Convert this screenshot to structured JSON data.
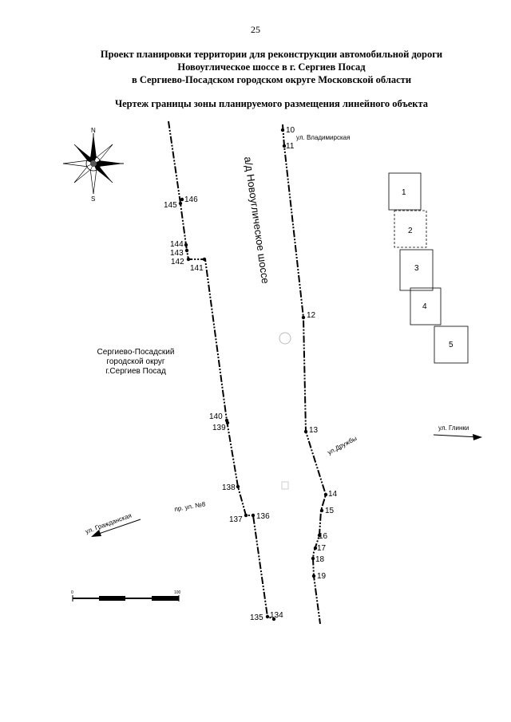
{
  "page_number": "25",
  "title_lines": [
    "Проект планировки территории для реконструкции автомобильной дороги",
    "Новоуглическое шоссе в г. Сергиев Посад",
    "в Сергиево-Посадском городском округе Московской области"
  ],
  "subtitle": "Чертеж границы зоны планируемого размещения линейного объекта",
  "compass": {
    "north_label": "N",
    "south_label": "S"
  },
  "road_label": "а/д Новоуглическое шоссе",
  "district_label_lines": [
    "Сергиево-Посадский",
    "городской округ",
    "г.Сергиев Посад"
  ],
  "street_labels": {
    "vladimirskaya": "ул. Владимирская",
    "glinki": "ул. Глинки",
    "druzhby": "ул.Дружбы",
    "grazhdanskaya": "ул. Гражданская",
    "proezd8": "пр. ул. №8"
  },
  "sheet_index": [
    "1",
    "2",
    "3",
    "4",
    "5"
  ],
  "point_labels": {
    "p10": "10",
    "p11": "11",
    "p12": "12",
    "p13": "13",
    "p14": "14",
    "p15": "15",
    "p16": "16",
    "p17": "17",
    "p18": "18",
    "p19": "19",
    "p134": "134",
    "p135": "135",
    "p136": "136",
    "p137": "137",
    "p138": "138",
    "p139": "139",
    "p140": "140",
    "p141": "141",
    "p142": "142",
    "p143": "143",
    "p144": "144",
    "p145": "145",
    "p146": "146"
  },
  "scale_bar": {
    "start_label": "0",
    "end_label": "100"
  }
}
